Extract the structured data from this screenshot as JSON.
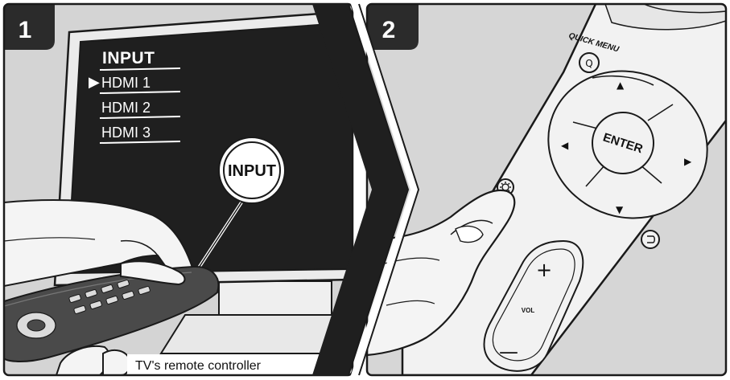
{
  "panel1": {
    "step_number": "1",
    "tv_menu": {
      "title": "INPUT",
      "items": [
        {
          "label": "HDMI 1",
          "selected": true
        },
        {
          "label": "HDMI 2",
          "selected": false
        },
        {
          "label": "HDMI 3",
          "selected": false
        }
      ],
      "selection_marker": "▶"
    },
    "callout_label": "INPUT",
    "caption": "TV's remote controller"
  },
  "panel2": {
    "step_number": "2",
    "quick_menu_label": "QUICK MENU",
    "q_button_label": "Q",
    "enter_label": "ENTER",
    "setup_icon": "gear-icon",
    "return_icon": "return-icon",
    "vol_label": "VOL",
    "vol_plus": "+",
    "vol_minus": "—"
  },
  "colors": {
    "badge": "#2b2b2b",
    "tv_screen": "#1f1f1f",
    "panel_bg": "#d6d6d6",
    "remote_body": "#f2f2f2"
  }
}
